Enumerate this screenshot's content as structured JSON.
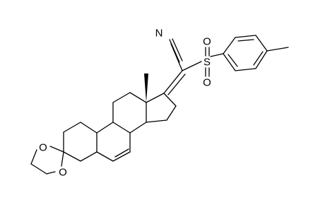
{
  "diagram": {
    "kind": "chemical-structure",
    "bond_color": "#000000",
    "atom_labels": {
      "n1": "N",
      "s1": "S",
      "o_sulfonyl_1": "O",
      "o_sulfonyl_2": "O",
      "o_ring_1": "O",
      "o_ring_2": "O"
    }
  }
}
